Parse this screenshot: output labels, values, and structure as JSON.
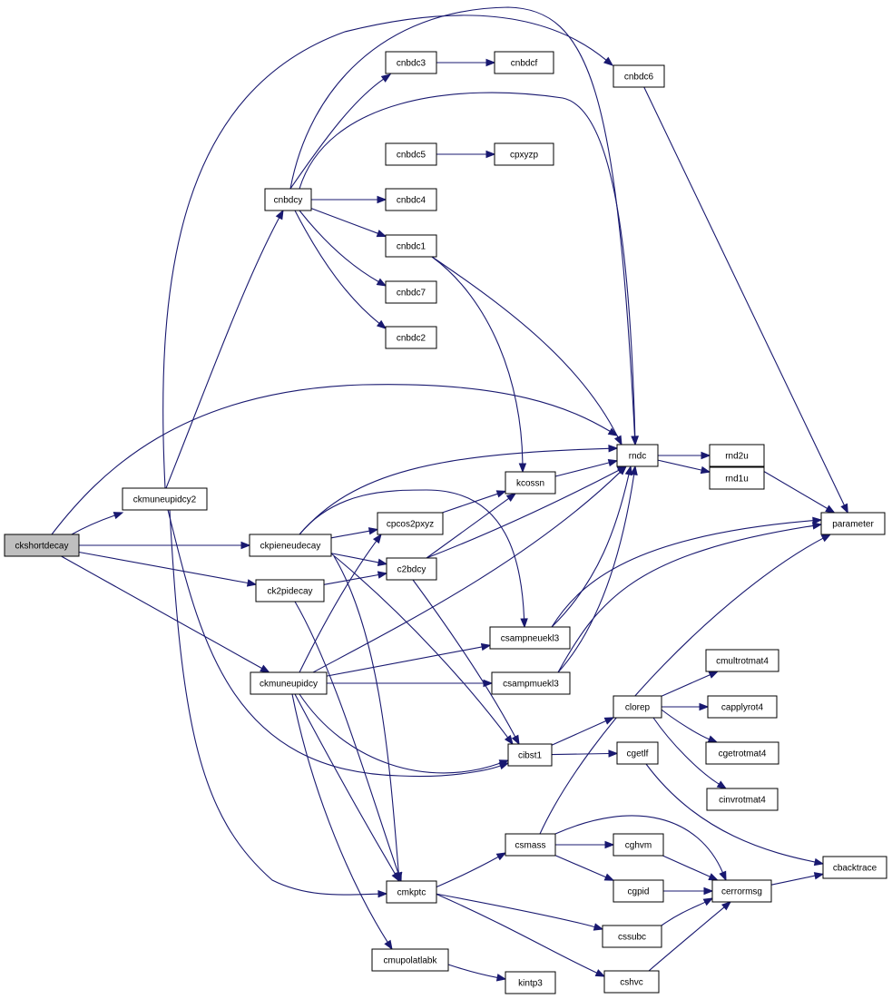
{
  "colors": {
    "edge": "#191970",
    "root_fill": "#bfbfbf",
    "node_fill": "#ffffff",
    "node_stroke": "#000000"
  },
  "nodes": [
    {
      "id": "ckshortdecay",
      "label": "ckshortdecay",
      "root": true
    },
    {
      "id": "ckmuneupidcy2",
      "label": "ckmuneupidcy2"
    },
    {
      "id": "ckpieneudecay",
      "label": "ckpieneudecay"
    },
    {
      "id": "ck2pidecay",
      "label": "ck2pidecay"
    },
    {
      "id": "ckmuneupidcy",
      "label": "ckmuneupidcy"
    },
    {
      "id": "cnbdcy",
      "label": "cnbdcy"
    },
    {
      "id": "cnbdc3",
      "label": "cnbdc3"
    },
    {
      "id": "cnbdcf",
      "label": "cnbdcf"
    },
    {
      "id": "cnbdc6",
      "label": "cnbdc6"
    },
    {
      "id": "cnbdc5",
      "label": "cnbdc5"
    },
    {
      "id": "cpxyzp",
      "label": "cpxyzp"
    },
    {
      "id": "cnbdc4",
      "label": "cnbdc4"
    },
    {
      "id": "cnbdc1",
      "label": "cnbdc1"
    },
    {
      "id": "cnbdc7",
      "label": "cnbdc7"
    },
    {
      "id": "cnbdc2",
      "label": "cnbdc2"
    },
    {
      "id": "rndc",
      "label": "rndc"
    },
    {
      "id": "rnd2u",
      "label": "rnd2u"
    },
    {
      "id": "rnd1u",
      "label": "rnd1u"
    },
    {
      "id": "parameter",
      "label": "parameter"
    },
    {
      "id": "kcossn",
      "label": "kcossn"
    },
    {
      "id": "cpcos2pxyz",
      "label": "cpcos2pxyz"
    },
    {
      "id": "c2bdcy",
      "label": "c2bdcy"
    },
    {
      "id": "csampneuekl3",
      "label": "csampneuekl3"
    },
    {
      "id": "csampmuekl3",
      "label": "csampmuekl3"
    },
    {
      "id": "cmultrotmat4",
      "label": "cmultrotmat4"
    },
    {
      "id": "clorep",
      "label": "clorep"
    },
    {
      "id": "capplyrot4",
      "label": "capplyrot4"
    },
    {
      "id": "cibst1",
      "label": "cibst1"
    },
    {
      "id": "cgetlf",
      "label": "cgetlf"
    },
    {
      "id": "cgetrotmat4",
      "label": "cgetrotmat4"
    },
    {
      "id": "cinvrotmat4",
      "label": "cinvrotmat4"
    },
    {
      "id": "csmass",
      "label": "csmass"
    },
    {
      "id": "cghvm",
      "label": "cghvm"
    },
    {
      "id": "cbacktrace",
      "label": "cbacktrace"
    },
    {
      "id": "cmkptc",
      "label": "cmkptc"
    },
    {
      "id": "cgpid",
      "label": "cgpid"
    },
    {
      "id": "cerrormsg",
      "label": "cerrormsg"
    },
    {
      "id": "cssubc",
      "label": "cssubc"
    },
    {
      "id": "cmupolatlabk",
      "label": "cmupolatlabk"
    },
    {
      "id": "cshvc",
      "label": "cshvc"
    },
    {
      "id": "kintp3",
      "label": "kintp3"
    }
  ],
  "edges": [
    [
      "ckshortdecay",
      "ckmuneupidcy2"
    ],
    [
      "ckshortdecay",
      "ckpieneudecay"
    ],
    [
      "ckshortdecay",
      "ck2pidecay"
    ],
    [
      "ckshortdecay",
      "ckmuneupidcy"
    ],
    [
      "ckshortdecay",
      "rndc"
    ],
    [
      "ckmuneupidcy2",
      "cnbdcy"
    ],
    [
      "ckmuneupidcy2",
      "cnbdc6"
    ],
    [
      "ckmuneupidcy2",
      "cibst1"
    ],
    [
      "ckmuneupidcy2",
      "cmkptc"
    ],
    [
      "cnbdcy",
      "cnbdc3"
    ],
    [
      "cnbdcy",
      "cnbdc5"
    ],
    [
      "cnbdcy",
      "cnbdc4"
    ],
    [
      "cnbdcy",
      "cnbdc1"
    ],
    [
      "cnbdcy",
      "cnbdc7"
    ],
    [
      "cnbdcy",
      "cnbdc2"
    ],
    [
      "cnbdcy",
      "rndc"
    ],
    [
      "cnbdc3",
      "cnbdcf"
    ],
    [
      "cnbdc5",
      "cpxyzp"
    ],
    [
      "cnbdc6",
      "parameter"
    ],
    [
      "cnbdc1",
      "rndc"
    ],
    [
      "cnbdc1",
      "kcossn"
    ],
    [
      "rndc",
      "rnd2u"
    ],
    [
      "rndc",
      "rnd1u"
    ],
    [
      "rnd2u",
      "parameter"
    ],
    [
      "kcossn",
      "rndc"
    ],
    [
      "ckpieneudecay",
      "rndc"
    ],
    [
      "ckpieneudecay",
      "cpcos2pxyz"
    ],
    [
      "ckpieneudecay",
      "c2bdcy"
    ],
    [
      "ckpieneudecay",
      "csampneuekl3"
    ],
    [
      "ckpieneudecay",
      "cibst1"
    ],
    [
      "ckpieneudecay",
      "cmkptc"
    ],
    [
      "cpcos2pxyz",
      "kcossn"
    ],
    [
      "c2bdcy",
      "kcossn"
    ],
    [
      "c2bdcy",
      "rndc"
    ],
    [
      "c2bdcy",
      "cibst1"
    ],
    [
      "ck2pidecay",
      "c2bdcy"
    ],
    [
      "ck2pidecay",
      "cmkptc"
    ],
    [
      "ckmuneupidcy",
      "cpcos2pxyz"
    ],
    [
      "ckmuneupidcy",
      "rndc"
    ],
    [
      "ckmuneupidcy",
      "csampneuekl3"
    ],
    [
      "ckmuneupidcy",
      "csampmuekl3"
    ],
    [
      "ckmuneupidcy",
      "cibst1"
    ],
    [
      "ckmuneupidcy",
      "cmkptc"
    ],
    [
      "ckmuneupidcy",
      "cmupolatlabk"
    ],
    [
      "csampneuekl3",
      "rndc"
    ],
    [
      "csampneuekl3",
      "parameter"
    ],
    [
      "csampmuekl3",
      "rndc"
    ],
    [
      "csampmuekl3",
      "parameter"
    ],
    [
      "cibst1",
      "clorep"
    ],
    [
      "cibst1",
      "cgetlf"
    ],
    [
      "clorep",
      "cmultrotmat4"
    ],
    [
      "clorep",
      "capplyrot4"
    ],
    [
      "clorep",
      "cgetrotmat4"
    ],
    [
      "clorep",
      "cinvrotmat4"
    ],
    [
      "cgetlf",
      "cbacktrace"
    ],
    [
      "cmkptc",
      "csmass"
    ],
    [
      "cmkptc",
      "cssubc"
    ],
    [
      "cmkptc",
      "cshvc"
    ],
    [
      "csmass",
      "parameter"
    ],
    [
      "csmass",
      "cghvm"
    ],
    [
      "csmass",
      "cgpid"
    ],
    [
      "csmass",
      "cerrormsg"
    ],
    [
      "cghvm",
      "cerrormsg"
    ],
    [
      "cgpid",
      "cerrormsg"
    ],
    [
      "cssubc",
      "cerrormsg"
    ],
    [
      "cshvc",
      "cerrormsg"
    ],
    [
      "cerrormsg",
      "cbacktrace"
    ],
    [
      "cmupolatlabk",
      "kintp3"
    ]
  ]
}
